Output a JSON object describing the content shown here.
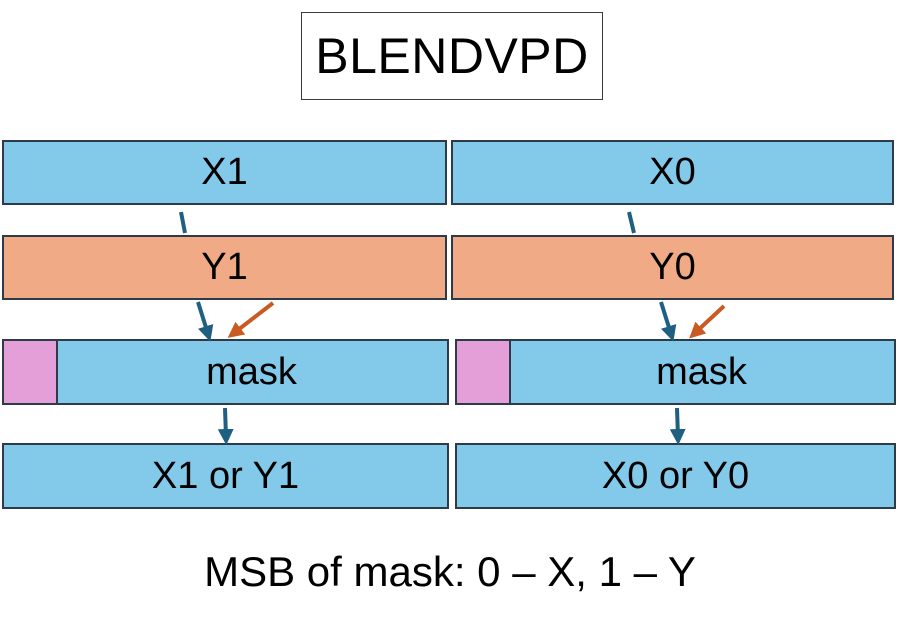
{
  "title": "BLENDVPD",
  "lanes": [
    {
      "source_x": "X1",
      "source_y": "Y1",
      "mask": "mask",
      "result": "X1 or Y1"
    },
    {
      "source_x": "X0",
      "source_y": "Y0",
      "mask": "mask",
      "result": "X0 or Y0"
    }
  ],
  "footer": "MSB of mask: 0 – X, 1 – Y",
  "colors": {
    "x_register": "#83c9ea",
    "y_register": "#f0ab86",
    "msb_bit": "#e49ed8",
    "x_arrow": "#1f5f82",
    "y_arrow": "#c85a22"
  }
}
